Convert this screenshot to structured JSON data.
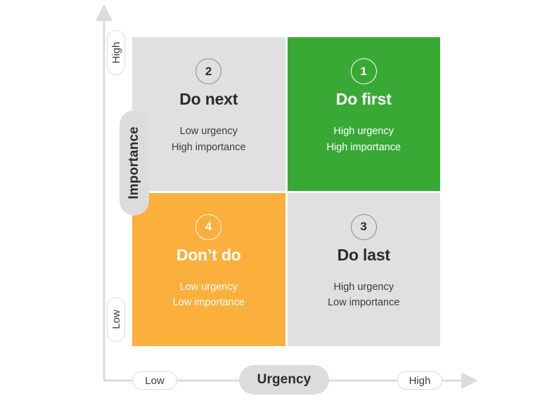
{
  "diagram": {
    "type": "eisenhower-matrix",
    "colors": {
      "green": "#39a935",
      "orange": "#fbaf3c",
      "grey": "#e0e0e0",
      "axis": "#dcdcdc",
      "text_dark": "#2b2b2b",
      "text_light": "#ffffff"
    }
  },
  "axes": {
    "x": {
      "title": "Urgency",
      "low_label": "Low",
      "high_label": "High",
      "arrow": "arrow-right-icon"
    },
    "y": {
      "title": "Importance",
      "low_label": "Low",
      "high_label": "High",
      "arrow": "arrow-up-icon"
    }
  },
  "quadrants": [
    {
      "id": "do-next",
      "number": "2",
      "title": "Do next",
      "desc_line1": "Low urgency",
      "desc_line2": "High importance",
      "position": "top-left",
      "color": "grey"
    },
    {
      "id": "do-first",
      "number": "1",
      "title": "Do first",
      "desc_line1": "High urgency",
      "desc_line2": "High importance",
      "position": "top-right",
      "color": "green"
    },
    {
      "id": "dont-do",
      "number": "4",
      "title": "Don’t do",
      "desc_line1": "Low urgency",
      "desc_line2": "Low importance",
      "position": "bottom-left",
      "color": "orange"
    },
    {
      "id": "do-last",
      "number": "3",
      "title": "Do last",
      "desc_line1": "High urgency",
      "desc_line2": "Low importance",
      "position": "bottom-right",
      "color": "grey"
    }
  ]
}
